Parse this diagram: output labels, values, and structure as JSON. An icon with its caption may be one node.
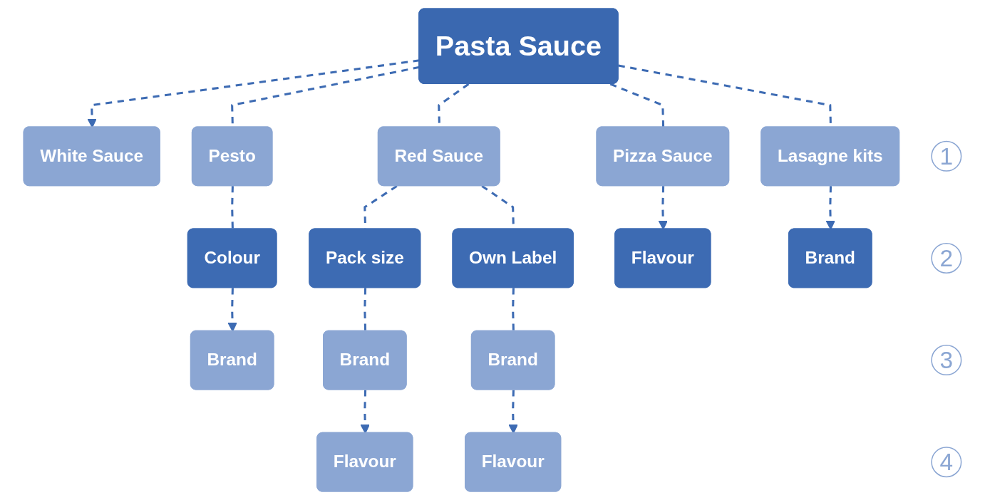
{
  "diagram": {
    "nodes": [
      {
        "text": [
          "Pasta Sauce"
        ]
      },
      {
        "text": [
          "1"
        ]
      },
      {
        "text": [
          "White Sauce"
        ]
      },
      {
        "text": [
          "Pesto"
        ]
      },
      {
        "text": [
          "Red Sauce"
        ]
      },
      {
        "text": [
          "Pizza Sauce"
        ]
      },
      {
        "text": [
          "Lasagne kits"
        ]
      },
      {
        "text": [
          "2"
        ]
      },
      {
        "text": [
          "Colour"
        ]
      },
      {
        "text": [
          "Pack size"
        ]
      },
      {
        "text": [
          "Own Label"
        ]
      },
      {
        "text": [
          "Flavour"
        ]
      },
      {
        "text": [
          "Brand"
        ]
      },
      {
        "text": [
          "3"
        ]
      },
      {
        "text": [
          "Brand"
        ]
      },
      {
        "text": [
          "Brand"
        ]
      },
      {
        "text": [
          "Brand"
        ]
      },
      {
        "text": [
          "4"
        ]
      },
      {
        "text": [
          "Flavour"
        ]
      },
      {
        "text": [
          "Flavour"
        ]
      }
    ],
    "edges": [
      {
        "from": 0,
        "to": 2,
        "arrow": "to",
        "style": "dashed"
      },
      {
        "from": 0,
        "to": 3,
        "arrow": "none",
        "style": "dashed"
      },
      {
        "from": 0,
        "to": 4,
        "arrow": "none",
        "style": "dashed"
      },
      {
        "from": 0,
        "to": 5,
        "arrow": "none",
        "style": "dashed"
      },
      {
        "from": 0,
        "to": 6,
        "arrow": "none",
        "style": "dashed"
      },
      {
        "from": 3,
        "to": 8,
        "arrow": "none",
        "style": "dashed"
      },
      {
        "from": 4,
        "to": 9,
        "arrow": "none",
        "style": "dashed"
      },
      {
        "from": 4,
        "to": 10,
        "arrow": "none",
        "style": "dashed"
      },
      {
        "from": 5,
        "to": 11,
        "arrow": "to",
        "style": "dashed"
      },
      {
        "from": 6,
        "to": 12,
        "arrow": "to",
        "style": "dashed"
      },
      {
        "from": 8,
        "to": 14,
        "arrow": "to",
        "style": "dashed"
      },
      {
        "from": 9,
        "to": 15,
        "arrow": "none",
        "style": "dashed"
      },
      {
        "from": 10,
        "to": 16,
        "arrow": "none",
        "style": "dashed"
      },
      {
        "from": 15,
        "to": 18,
        "arrow": "to",
        "style": "dashed"
      },
      {
        "from": 16,
        "to": 19,
        "arrow": "to",
        "style": "dashed"
      }
    ]
  }
}
